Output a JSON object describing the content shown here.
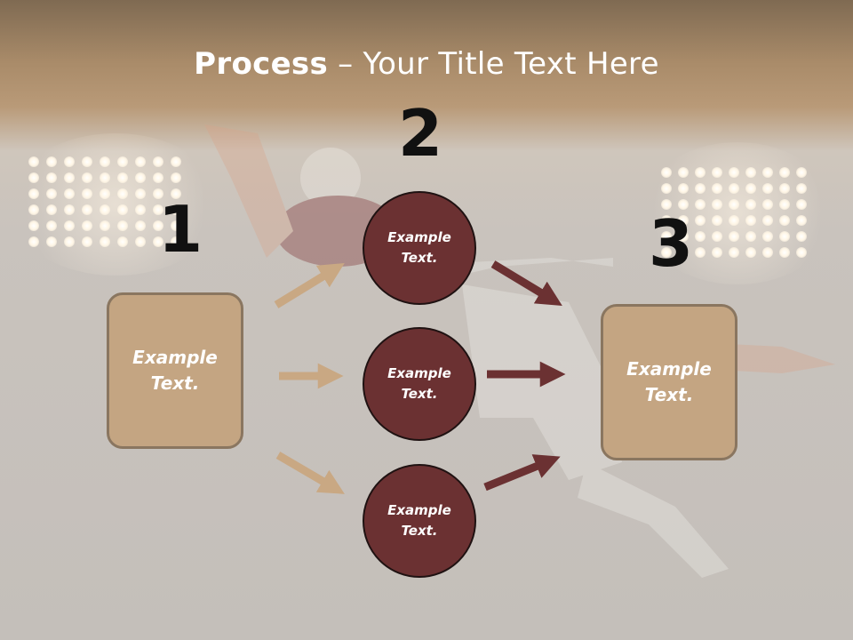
{
  "title": {
    "bold": "Process",
    "rest": " – Your Title Text Here"
  },
  "steps": {
    "one": "1",
    "two": "2",
    "three": "3"
  },
  "boxes": {
    "left": "Example\nText.",
    "right": "Example\nText."
  },
  "circles": [
    "Example\nText.",
    "Example\nText.",
    "Example\nText."
  ],
  "colors": {
    "box_fill": "#c4a582",
    "circle_fill": "#6b3132",
    "arrow_tan": "#c9a883",
    "arrow_maroon": "#6b3132"
  }
}
